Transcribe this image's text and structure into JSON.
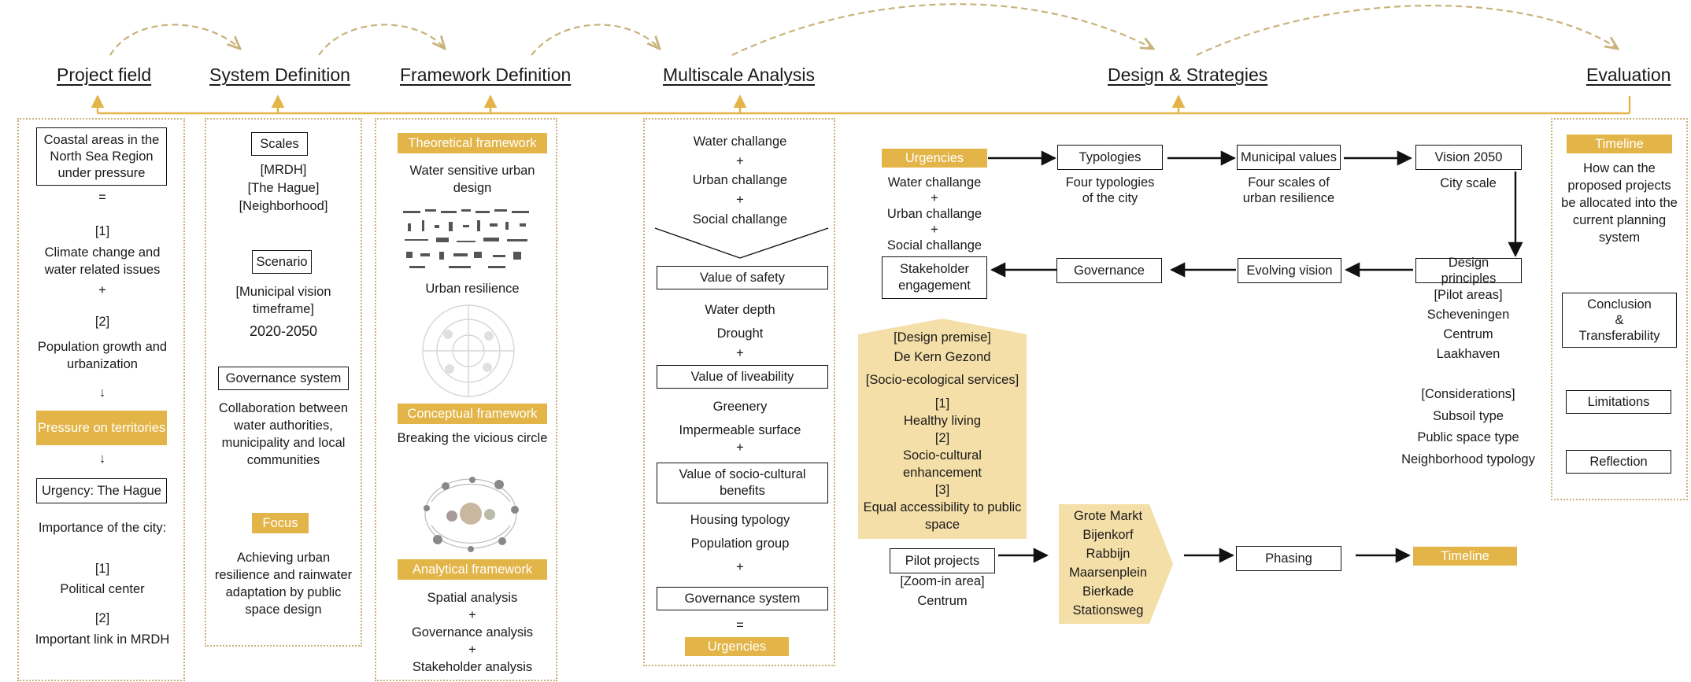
{
  "titles": {
    "project_field": "Project field",
    "system_definition": "System Definition",
    "framework_definition": "Framework Definition",
    "multiscale_analysis": "Multiscale Analysis",
    "design_strategies": "Design & Strategies",
    "evaluation": "Evaluation"
  },
  "project_field": {
    "box": "Coastal areas in the North Sea Region under pressure",
    "equals": "=",
    "n1": "[1]",
    "climate": "Climate change and water related issues",
    "plus": "+",
    "n2": "[2]",
    "population": "Population growth and urbanization",
    "arrow1": "↓",
    "pressure": "Pressure on territories",
    "arrow2": "↓",
    "urgency_box": "Urgency: The Hague",
    "importance": "Importance of the city:",
    "i1": "[1]",
    "political": "Political center",
    "i2": "[2]",
    "link": "Important link in MRDH"
  },
  "system_definition": {
    "scales_box": "Scales",
    "scales_text": "[MRDH]\n[The Hague]\n[Neighborhood]",
    "scenario_box": "Scenario",
    "scenario_text": "[Municipal vision timeframe]",
    "years": "2020-2050",
    "governance_box": "Governance system",
    "collab": "Collaboration between water authorities, municipality and local communities",
    "focus": "Focus",
    "achieving": "Achieving urban resilience and rainwater adaptation by public space design"
  },
  "framework_definition": {
    "theoretical": "Theoretical framework",
    "wsud": "Water sensitive urban design",
    "urban_resilience": "Urban resilience",
    "conceptual": "Conceptual framework",
    "breaking": "Breaking the vicious circle",
    "analytical": "Analytical framework",
    "spatial": "Spatial analysis",
    "plus1": "+",
    "governance_analysis": "Governance analysis",
    "plus2": "+",
    "stakeholder_analysis": "Stakeholder analysis"
  },
  "multiscale": {
    "water": "Water challange",
    "plus1": "+",
    "urban": "Urban challange",
    "plus2": "+",
    "social": "Social challange",
    "safety_box": "Value of safety",
    "water_depth": "Water depth",
    "drought": "Drought",
    "plus3": "+",
    "liveability_box": "Value of liveability",
    "greenery": "Greenery",
    "impermeable": "Impermeable surface",
    "plus4": "+",
    "sociocultural_box": "Value of socio-cultural benefits",
    "housing": "Housing typology",
    "population": "Population group",
    "plus5": "+",
    "governance_box": "Governance system",
    "equals": "=",
    "urgencies": "Urgencies"
  },
  "design": {
    "urgencies": "Urgencies",
    "urg_text": "Water challange\n+\nUrban challange\n+\nSocial challange",
    "typologies_box": "Typologies",
    "typologies_text": "Four typologies\nof the city",
    "municipal_box": "Municipal values",
    "municipal_text": "Four scales of\nurban resilience",
    "vision_box": "Vision 2050",
    "vision_text": "City scale",
    "principles_box": "Design principles",
    "pilot_areas": "[Pilot areas]",
    "scheveningen": "Scheveningen",
    "centrum": "Centrum",
    "laakhaven": "Laakhaven",
    "considerations": "[Considerations]",
    "subsoil": "Subsoil type",
    "public_space": "Public space type",
    "neighborhood": "Neighborhood typology",
    "evolving_box": "Evolving vision",
    "governance_box": "Governance",
    "stakeholder_box": "Stakeholder engagement",
    "premise": "[Design premise]",
    "kern": "De Kern Gezond",
    "services": "[Socio-ecological services]",
    "s1": "[1]",
    "healthy": "Healthy living",
    "s2": "[2]",
    "sociocultural": "Socio-cultural enhancement",
    "s3": "[3]",
    "equal": "Equal accessibility to public space",
    "pilot_box": "Pilot projects",
    "zoom": "[Zoom-in area]",
    "zoom_centrum": "Centrum",
    "projects": "Grote Markt\nBijenkorf\nRabbijn\nMaarsenplein\nBierkade\nStationsweg",
    "phasing_box": "Phasing",
    "timeline": "Timeline"
  },
  "evaluation": {
    "timeline": "Timeline",
    "question": "How can the proposed projects be allocated into the current planning system",
    "conclusion_box": "Conclusion\n&\nTransferability",
    "limitations_box": "Limitations",
    "reflection_box": "Reflection"
  },
  "colors": {
    "accent": "#e3b447",
    "dotted": "#c9b27a",
    "pale": "#f5dfa8"
  }
}
